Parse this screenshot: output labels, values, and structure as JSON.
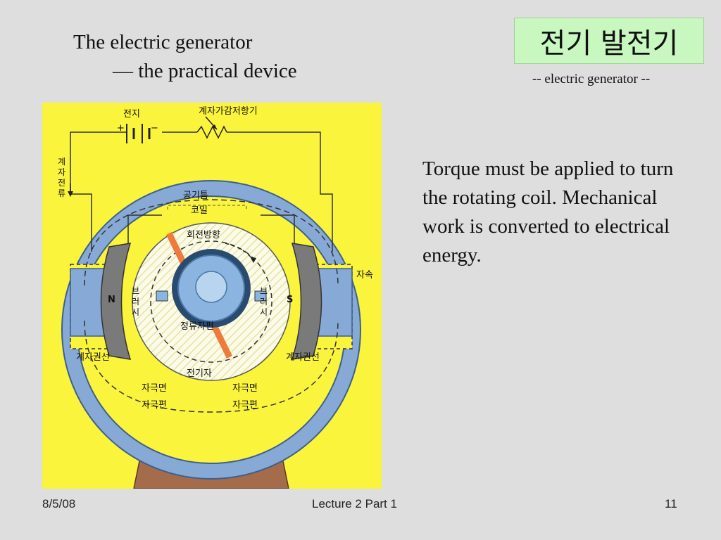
{
  "slide": {
    "title_line1": "The electric generator",
    "title_line2": "— the practical device",
    "korean_title": "전기 발전기",
    "korean_subtitle": "-- electric generator --",
    "body": "Torque must be applied to turn the rotating coil. Mechanical work is converted to electrical energy."
  },
  "diagram": {
    "labels": {
      "battery": "전지",
      "plus": "+",
      "minus": "−",
      "rheostat": "계자가감저항기",
      "field_current": [
        "계",
        "자",
        "전",
        "류"
      ],
      "air_gap": "공기틈",
      "coil": "코일",
      "rotation": "회전방향",
      "brush": [
        "브",
        "러",
        "시"
      ],
      "commutator": "정류자편",
      "pole_n": "N",
      "pole_s": "S",
      "flux": "자속",
      "field_winding_left": "계자권선",
      "field_winding_right": "계자권선",
      "armature": "전기자",
      "pole_face_left": "자극면",
      "pole_face_right": "자극면",
      "pole_piece_left": "자극편",
      "pole_piece_right": "자극편"
    },
    "colors": {
      "background": "#fbf43d",
      "yoke": "#87a9d6",
      "pole_shoe": "#7a7a7a",
      "coil": "#ee7a3c",
      "base": "#a46c4a",
      "commutator_ring": "#2a4b6e"
    }
  },
  "footer": {
    "date": "8/5/08",
    "center": "Lecture 2 Part 1",
    "page": "11"
  }
}
